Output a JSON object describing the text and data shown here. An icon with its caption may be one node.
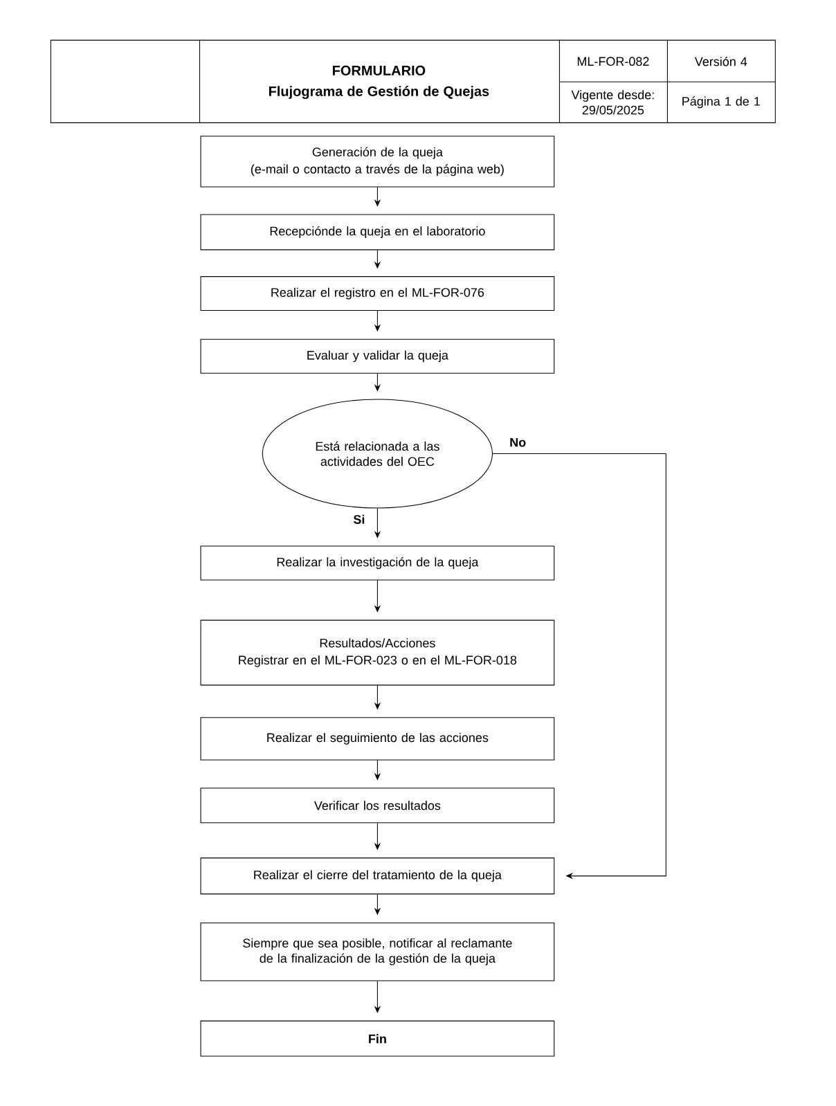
{
  "diagram": {
    "nodes": [
      {
        "text": [
          "Generación de la queja",
          "(e-mail o contacto a través de la página web)"
        ]
      },
      {
        "text": [
          "Recepciónde la queja en el laboratorio"
        ]
      },
      {
        "text": [
          "Realizar el registro en el ML-FOR-076"
        ]
      },
      {
        "text": [
          "Evaluar y validar la queja"
        ]
      },
      {
        "text": [
          "Está relacionada a las actividades del OEC"
        ]
      },
      {
        "text": [
          "Realizar la investigación de la queja"
        ]
      },
      {
        "text": [
          "Resultados/Acciones",
          "Registrar en el ML-FOR-023 o en el ML-FOR-018"
        ]
      },
      {
        "text": [
          "Realizar el seguimiento de las acciones"
        ]
      },
      {
        "text": [
          "Verificar los resultados"
        ]
      },
      {
        "text": [
          "Realizar el cierre del tratamiento de la queja"
        ]
      },
      {
        "text": [
          "Siempre que sea posible, notificar al reclamante de la finalización de la gestión de la queja"
        ]
      },
      {
        "text": [
          "Fin"
        ]
      }
    ],
    "edges": [
      {
        "from": 0,
        "to": 1,
        "arrow": "to"
      },
      {
        "from": 1,
        "to": 2,
        "arrow": "to"
      },
      {
        "from": 2,
        "to": 3,
        "arrow": "to"
      },
      {
        "from": 3,
        "to": 4,
        "arrow": "to"
      },
      {
        "from": 4,
        "to": 5,
        "arrow": "to",
        "label": "Si"
      },
      {
        "from": 4,
        "to": 9,
        "arrow": "to",
        "label": "No"
      },
      {
        "from": 5,
        "to": 6,
        "arrow": "to"
      },
      {
        "from": 6,
        "to": 7,
        "arrow": "to"
      },
      {
        "from": 7,
        "to": 8,
        "arrow": "to"
      },
      {
        "from": 8,
        "to": 9,
        "arrow": "to"
      },
      {
        "from": 9,
        "to": 10,
        "arrow": "to"
      },
      {
        "from": 10,
        "to": 11,
        "arrow": "to"
      }
    ],
    "labels": [
      "FORMULARIO",
      "Flujograma de Gestión de Quejas",
      "ML-FOR-082",
      "Versión 4",
      "Vigente desde: 29/05/2025",
      "Página 1 de 1"
    ]
  }
}
